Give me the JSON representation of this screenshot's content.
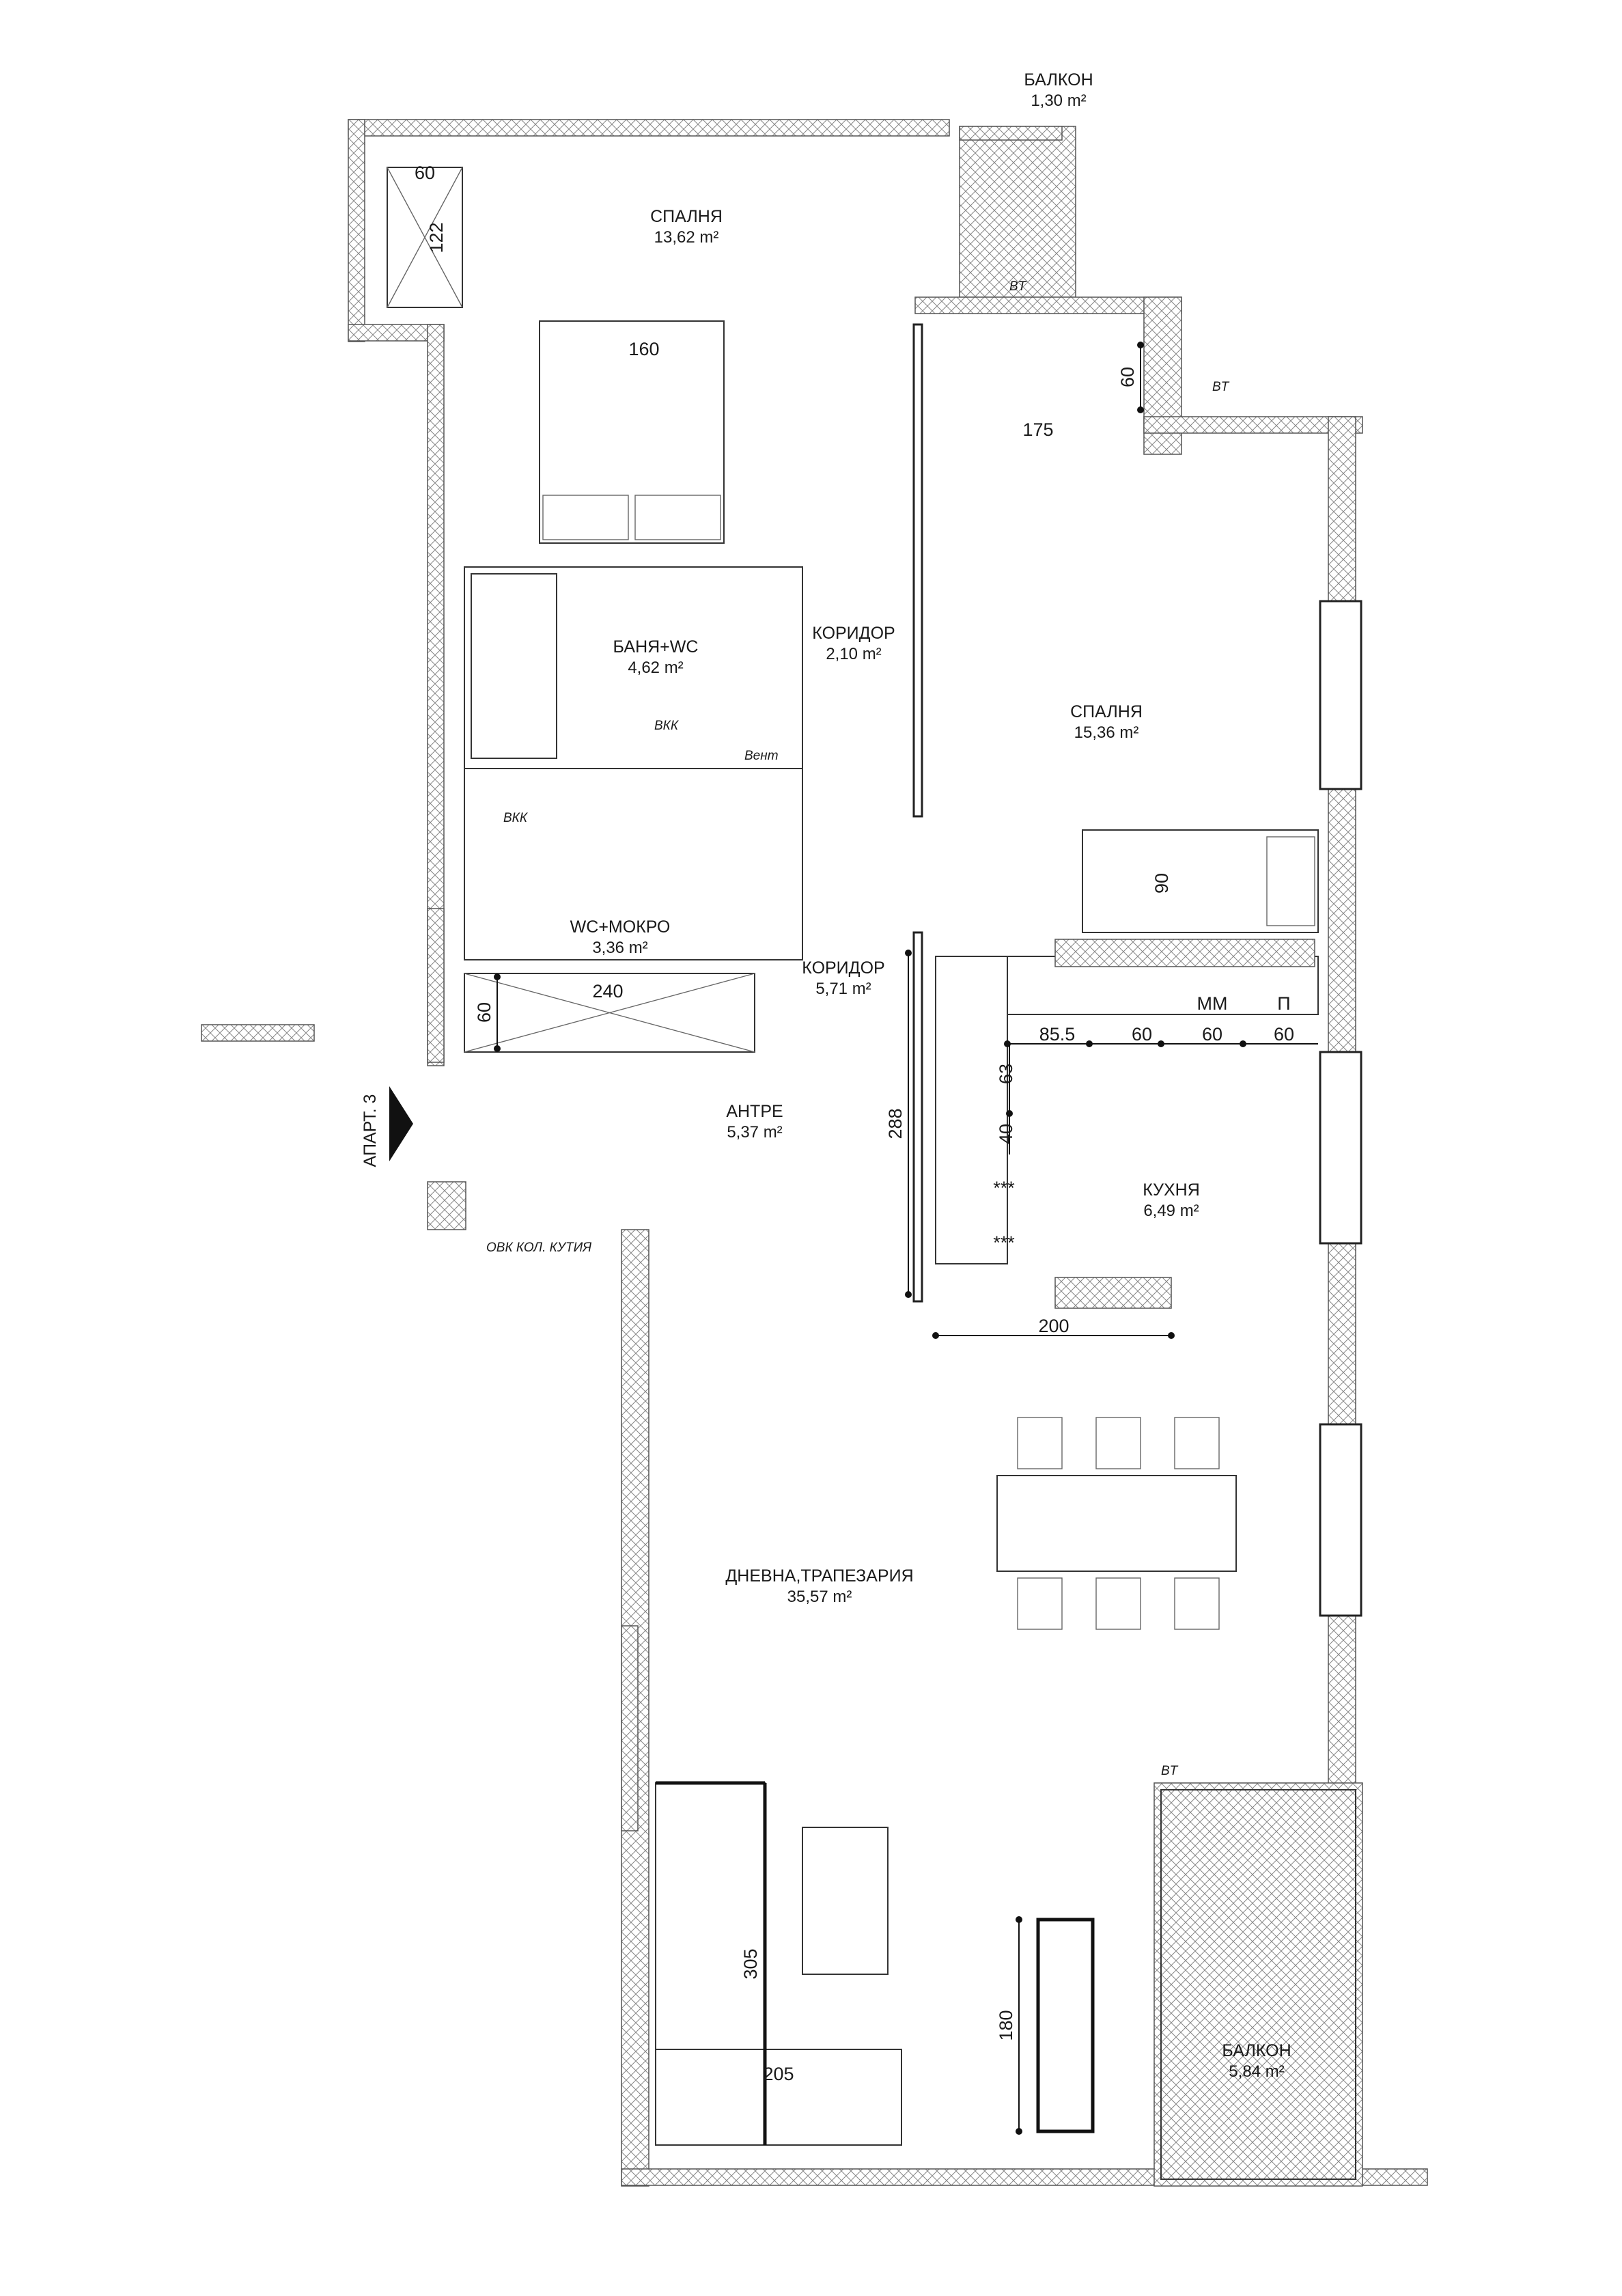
{
  "rooms": {
    "balcony_top": {
      "name": "БАЛКОН",
      "area": "1,30 m²"
    },
    "bedroom_1": {
      "name": "СПАЛНЯ",
      "area": "13,62 m²"
    },
    "bathroom": {
      "name": "БАНЯ+WC",
      "area": "4,62 m²"
    },
    "corridor_1": {
      "name": "КОРИДОР",
      "area": "2,10 m²"
    },
    "bedroom_2": {
      "name": "СПАЛНЯ",
      "area": "15,36 m²"
    },
    "wc": {
      "name": "WC+МОКРО",
      "area": "3,36 m²"
    },
    "corridor_2": {
      "name": "КОРИДОР",
      "area": "5,71 m²"
    },
    "hall": {
      "name": "АНТРЕ",
      "area": "5,37 m²"
    },
    "kitchen": {
      "name": "КУХНЯ",
      "area": "6,49 m²"
    },
    "living": {
      "name": "ДНЕВНА,ТРАПЕЗАРИЯ",
      "area": "35,57 m²"
    },
    "balcony_bottom": {
      "name": "БАЛКОН",
      "area": "5,84 m²"
    }
  },
  "dimensions": {
    "d60_top": "60",
    "d122": "122",
    "d160": "160",
    "d60_wardrobe": "60",
    "d175": "175",
    "d90": "90",
    "d240": "240",
    "d60_hall": "60",
    "d855": "85.5",
    "d60_a": "60",
    "d60_b": "60",
    "d60_c": "60",
    "d63": "63",
    "d40": "40",
    "d288": "288",
    "d200": "200",
    "d305": "305",
    "d205": "205",
    "d180": "180"
  },
  "labels": {
    "mm": "ММ",
    "p": "П",
    "bt1": "BT",
    "bt2": "BT",
    "bt3": "BT",
    "vkk1": "ВКК",
    "vkk2": "ВКК",
    "vent": "Вент",
    "ovk": "ОВК КОЛ. КУТИЯ",
    "apartment": "АПАРТ. 3",
    "stars1": "***",
    "stars2": "***"
  }
}
